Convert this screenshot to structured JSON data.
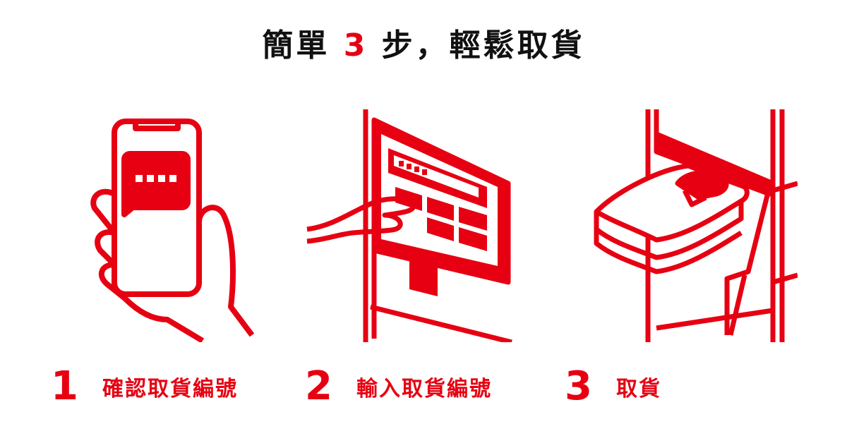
{
  "title": {
    "before": "簡單 ",
    "number": "3",
    "after": " 步，輕鬆取貨"
  },
  "steps": [
    {
      "number": "1",
      "label": "確認取貨編號"
    },
    {
      "number": "2",
      "label": "輸入取貨編號"
    },
    {
      "number": "3",
      "label": "取貨"
    }
  ],
  "colors": {
    "accent": "#e60012",
    "text": "#111111"
  }
}
